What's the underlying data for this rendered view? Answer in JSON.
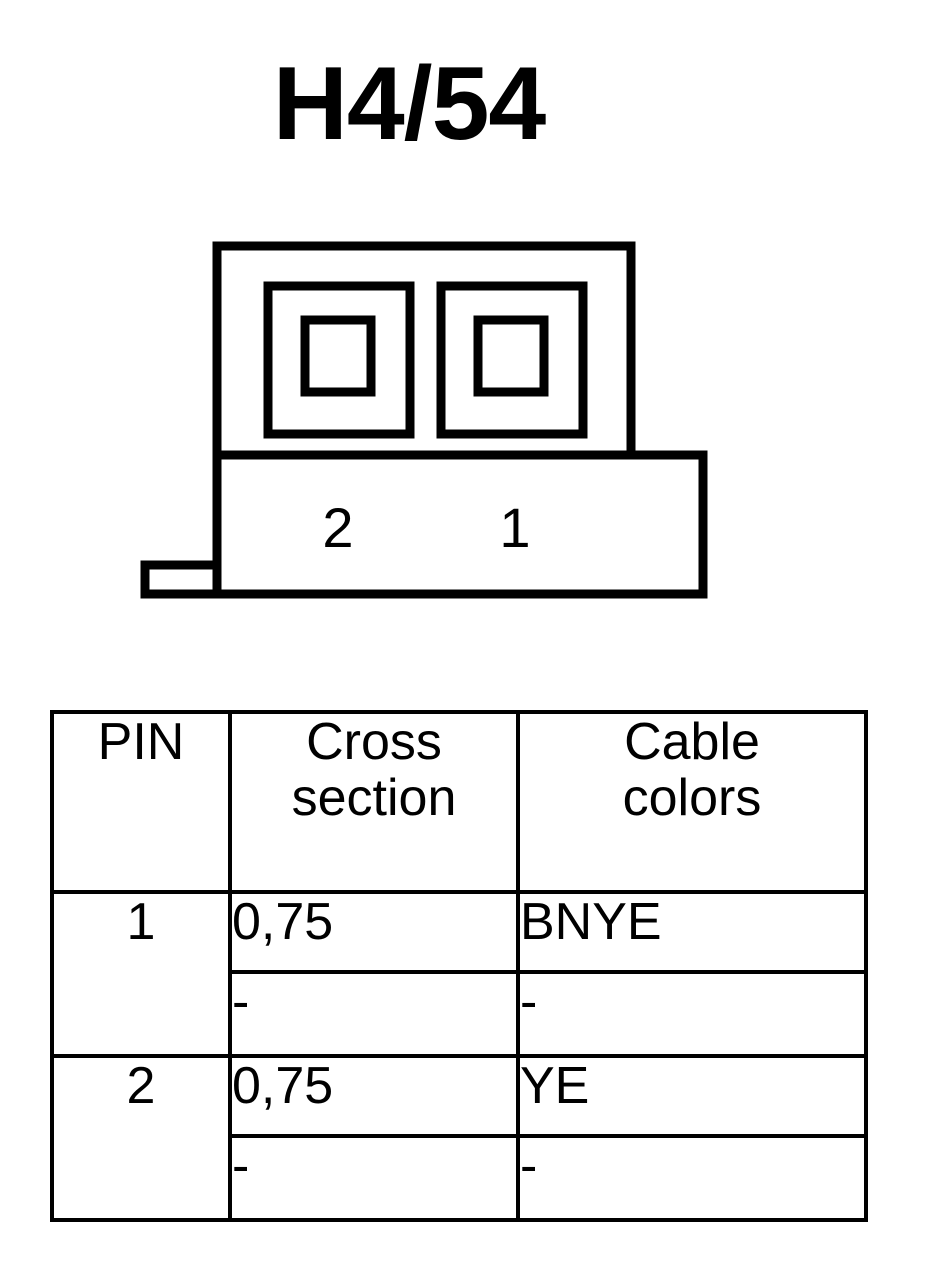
{
  "title": "H4/54",
  "connector": {
    "name": "connector-diagram",
    "pin_labels": [
      "2",
      "1"
    ],
    "cavity_count": 2,
    "stroke_color": "#000000"
  },
  "table": {
    "headers": [
      "PIN",
      "Cross section",
      "Cable colors"
    ],
    "header_lines": {
      "pin": "PIN",
      "cross_line1": "Cross",
      "cross_line2": "section",
      "color_line1": "Cable",
      "color_line2": "colors"
    },
    "rows": [
      {
        "pin": "1",
        "entries": [
          {
            "cross_section": "0,75",
            "cable_color": "BNYE"
          },
          {
            "cross_section": "-",
            "cable_color": "-"
          }
        ]
      },
      {
        "pin": "2",
        "entries": [
          {
            "cross_section": "0,75",
            "cable_color": "YE"
          },
          {
            "cross_section": "-",
            "cable_color": "-"
          }
        ]
      }
    ]
  }
}
